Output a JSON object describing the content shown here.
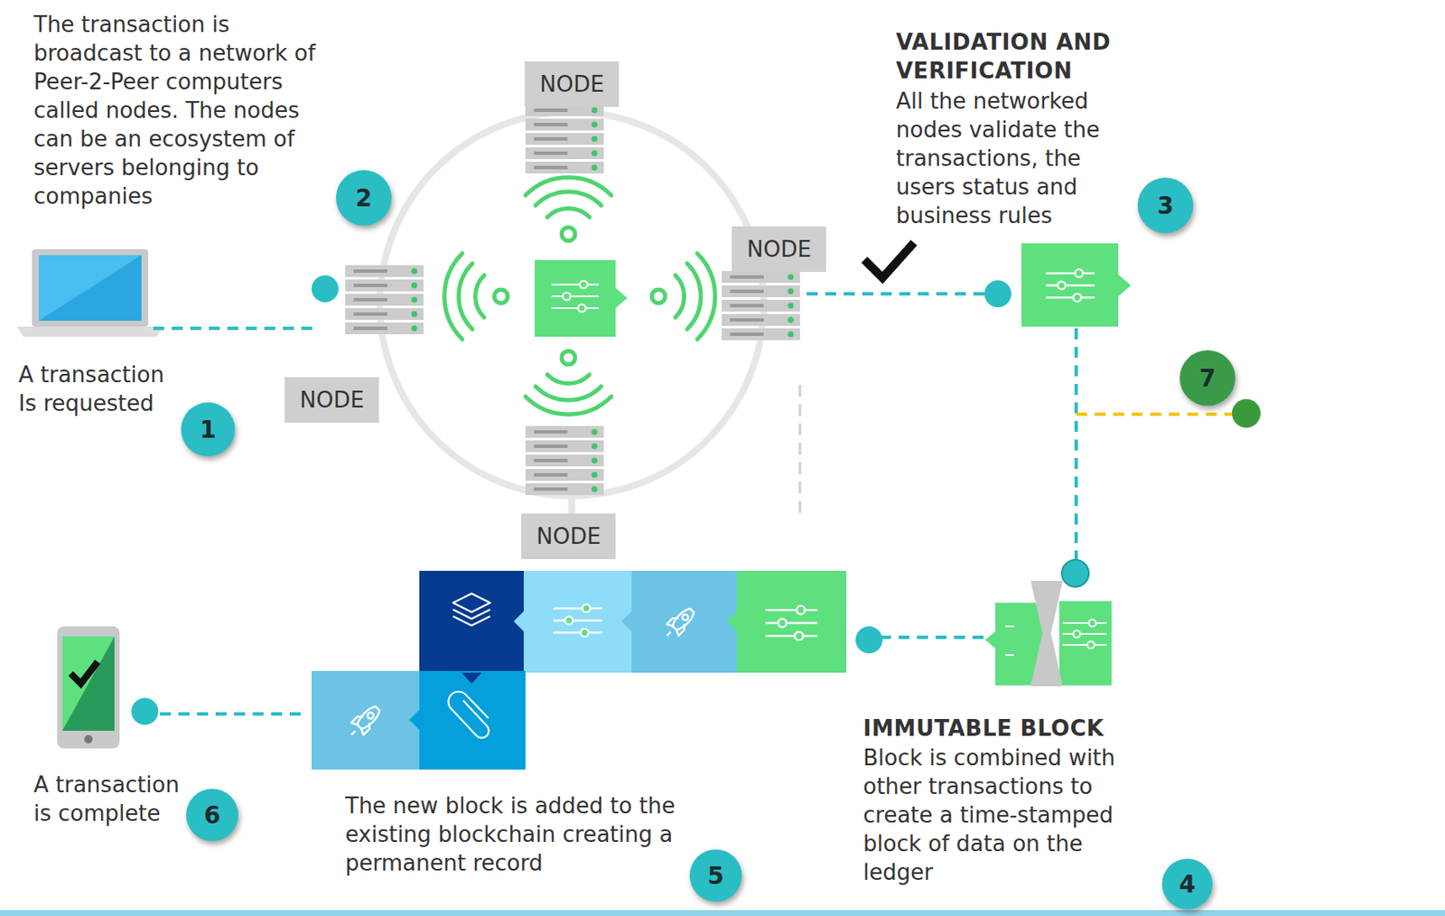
{
  "diagram": {
    "nodes": [
      {
        "text": [
          "NODE"
        ]
      },
      {
        "text": [
          "NODE"
        ]
      },
      {
        "text": [
          "NODE"
        ]
      },
      {
        "text": [
          "NODE"
        ]
      }
    ],
    "labels": [
      "The transaction is broadcast to a network of Peer-2-Peer computers called nodes. The nodes can be an ecosystem of servers belonging to companies",
      "2",
      "VALIDATION AND VERIFICATION",
      "All the networked nodes validate the transactions, the users status and business rules",
      "3",
      "A transaction Is requested",
      "1",
      "7",
      "A transaction is complete",
      "6",
      "The new block is added to the existing blockchain creating a permanent record",
      "5",
      "IMMUTABLE BLOCK",
      "Block is combined with other transactions to create a time-stamped block of data on the ledger",
      "4"
    ]
  }
}
